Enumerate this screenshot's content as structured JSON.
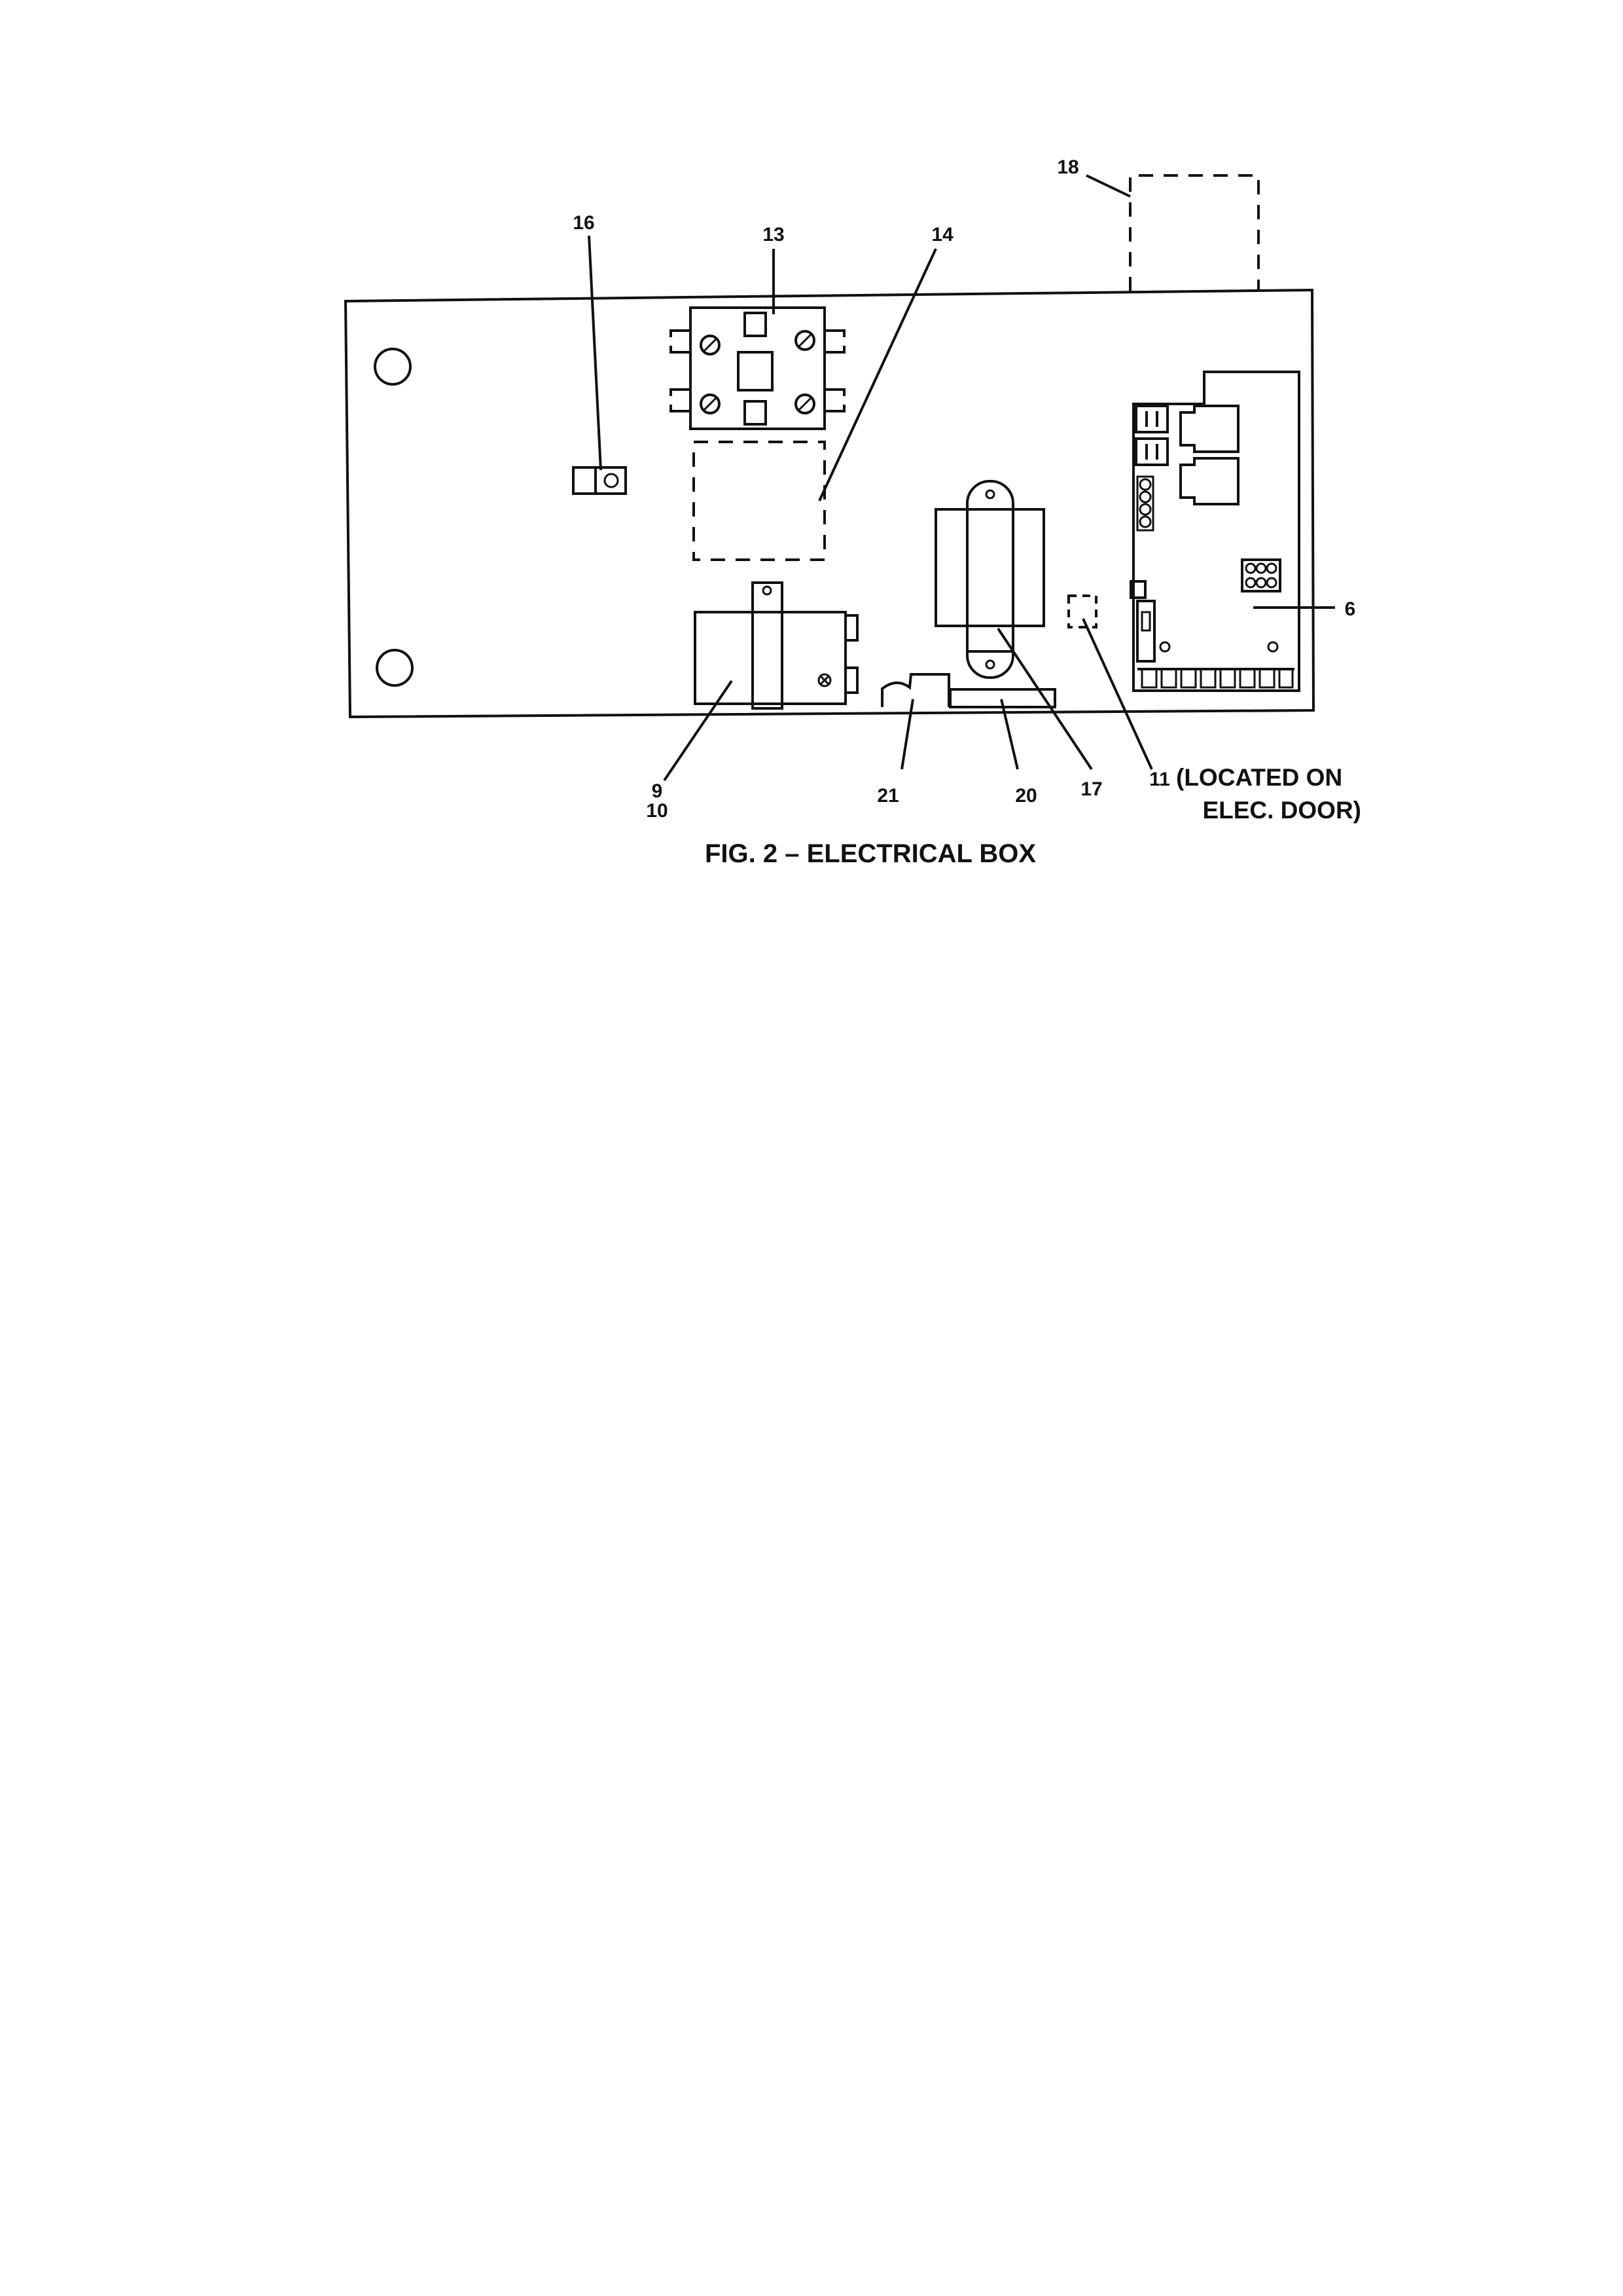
{
  "figure": {
    "title": "FIG. 2 – ELECTRICAL BOX"
  },
  "callouts": {
    "c6": "6",
    "c9": "9",
    "c10": "10",
    "c11": "11",
    "c13": "13",
    "c14": "14",
    "c16": "16",
    "c17": "17",
    "c18": "18",
    "c20": "20",
    "c21": "21"
  },
  "notes": {
    "located_line1": "(LOCATED ON",
    "located_line2": "ELEC. DOOR)"
  }
}
